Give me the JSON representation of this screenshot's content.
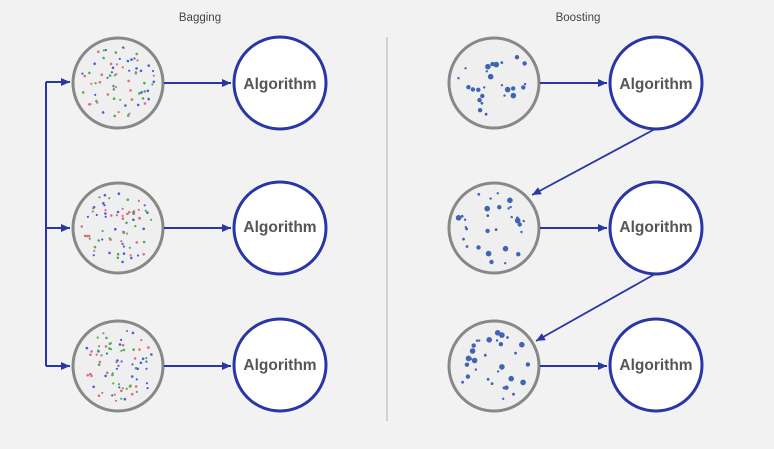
{
  "sections": {
    "bagging": {
      "title": "Bagging"
    },
    "boosting": {
      "title": "Boosting"
    }
  },
  "algorithm_label": "Algorithm",
  "colors": {
    "background": "#f2f2f2",
    "arrow": "#2a36a5",
    "algorithm_ring": "#2a36a5",
    "sample_ring": "#888888",
    "sample_fill": "#efefef",
    "divider": "#c8c8c8",
    "bagging_dot_colors": [
      "#e06b7a",
      "#4fae4f",
      "#4a5fcf"
    ],
    "boosting_dot_color": "#3f63b5"
  },
  "icons": {
    "sample": "dotted-circle-icon",
    "arrow": "arrow-right-icon"
  }
}
